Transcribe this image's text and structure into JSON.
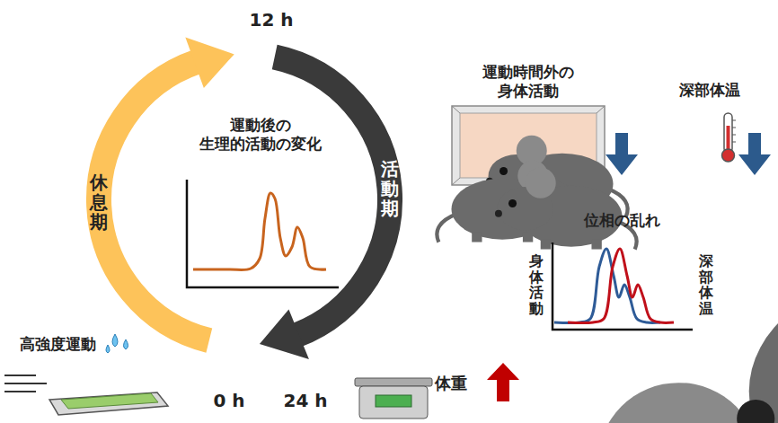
{
  "diagram": {
    "nodes": [
      {
        "text": [
          "休息期"
        ]
      },
      {
        "text": [
          "活動期"
        ]
      },
      {
        "text": [
          "運動後の 生理的活動の変化"
        ]
      },
      {
        "text": [
          "運動時間外の 身体活動"
        ]
      },
      {
        "text": [
          "位相の乱れ",
          "身体活動",
          "深部体温"
        ]
      }
    ],
    "labels": [
      "12 h",
      "0 h",
      "24 h",
      "高強度運動",
      "深部体温",
      "体重"
    ]
  }
}
